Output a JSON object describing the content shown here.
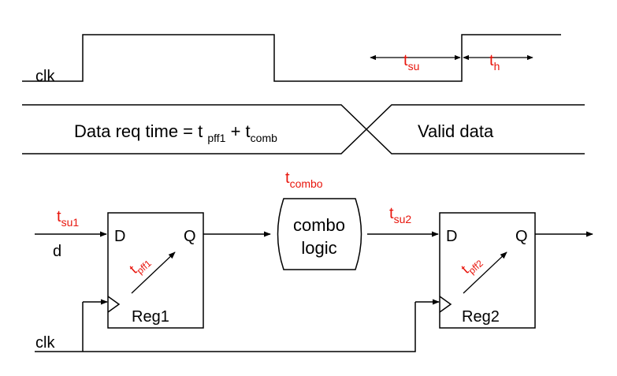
{
  "timing": {
    "clk_label": "clk",
    "tsu": {
      "base": "t",
      "sub": "su"
    },
    "th": {
      "base": "t",
      "sub": "h"
    },
    "data_req": {
      "prefix": "Data req time = t ",
      "sub1": "pff1",
      "mid": " + t",
      "sub2": "comb"
    },
    "valid_data": "Valid data"
  },
  "circuit": {
    "tcombo": {
      "base": "t",
      "sub": "combo"
    },
    "tsu1": {
      "base": "t",
      "sub": "su1"
    },
    "tsu2": {
      "base": "t",
      "sub": "su2"
    },
    "d_input": "d",
    "clk_label": "clk",
    "reg1": {
      "name": "Reg1",
      "d": "D",
      "q": "Q",
      "tpff": {
        "base": "t",
        "sub": "pff1"
      }
    },
    "reg2": {
      "name": "Reg2",
      "d": "D",
      "q": "Q",
      "tpff": {
        "base": "t",
        "sub": "pff2"
      }
    },
    "combo_block": {
      "line1": "combo",
      "line2": "logic"
    }
  },
  "colors": {
    "annotation": "#e8150c",
    "line": "#000000"
  }
}
